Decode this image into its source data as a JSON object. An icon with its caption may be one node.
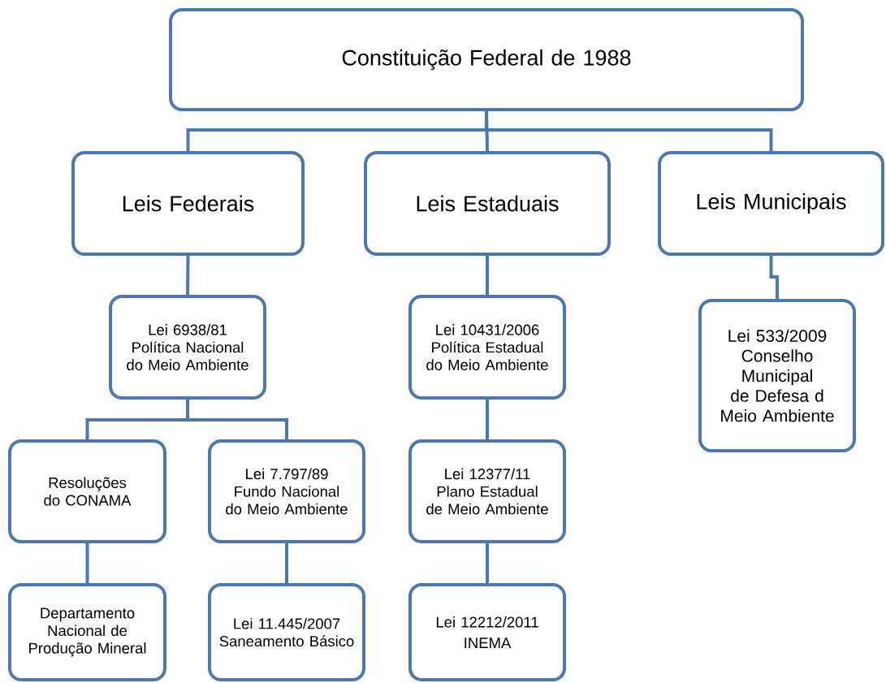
{
  "diagram": {
    "nodes": [
      {
        "text": [
          "Constituição Federal de 1988"
        ]
      },
      {
        "text": [
          "Leis Federais"
        ]
      },
      {
        "text": [
          "Leis Estaduais"
        ]
      },
      {
        "text": [
          "Leis Municipais"
        ]
      },
      {
        "text": [
          "Lei 6938/81 Política Nacional do Meio Ambiente"
        ]
      },
      {
        "text": [
          "Lei 10431/2006 Política Estadual do Meio Ambiente"
        ]
      },
      {
        "text": [
          "Lei 533/2009 Conselho Municipal de Defesa d Meio Ambiente"
        ]
      },
      {
        "text": [
          "Resoluções do CONAMA"
        ]
      },
      {
        "text": [
          "Lei 7.797/89 Fundo Nacional do Meio Ambiente"
        ]
      },
      {
        "text": [
          "Lei 12377/11 Plano Estadual de Meio Ambiente"
        ]
      },
      {
        "text": [
          "Departamento Nacional de Produção Mineral"
        ]
      },
      {
        "text": [
          "Lei 11.445/2007 Saneamento Básico"
        ]
      },
      {
        "text": [
          "Lei 12212/2011",
          "INEMA"
        ]
      }
    ],
    "edges": [
      {
        "from": 0,
        "to": 1,
        "arrow": "none"
      },
      {
        "from": 0,
        "to": 2,
        "arrow": "none"
      },
      {
        "from": 0,
        "to": 3,
        "arrow": "none"
      },
      {
        "from": 1,
        "to": 4,
        "arrow": "none"
      },
      {
        "from": 2,
        "to": 5,
        "arrow": "none"
      },
      {
        "from": 3,
        "to": 6,
        "arrow": "none"
      },
      {
        "from": 4,
        "to": 7,
        "arrow": "none"
      },
      {
        "from": 4,
        "to": 8,
        "arrow": "none"
      },
      {
        "from": 5,
        "to": 9,
        "arrow": "none"
      },
      {
        "from": 7,
        "to": 10,
        "arrow": "none"
      },
      {
        "from": 8,
        "to": 11,
        "arrow": "none"
      },
      {
        "from": 9,
        "to": 12,
        "arrow": "none"
      }
    ]
  }
}
